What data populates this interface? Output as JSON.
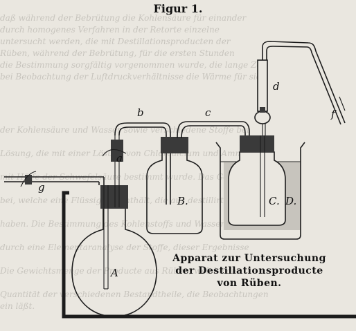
{
  "figure": {
    "title": "Figur 1.",
    "caption_lines": [
      "Apparat zur Untersuchung",
      "der Destillationsproducte",
      "von Rüben."
    ]
  },
  "labels": {
    "a": "a",
    "b": "b",
    "c": "c",
    "d": "d",
    "f": "f",
    "g": "g",
    "A": "A",
    "B": "B.",
    "C": "C.",
    "D": "D."
  },
  "colors": {
    "paper": "#eae7e0",
    "ink": "#1c1c1c",
    "stopper": "#3a3a3a",
    "liquid": "#9a9a9a"
  }
}
